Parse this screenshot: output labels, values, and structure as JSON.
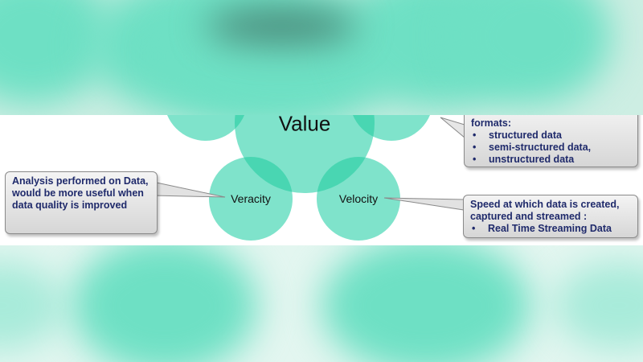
{
  "diagram": {
    "circles": {
      "value": "Value",
      "veracity": "Veracity",
      "velocity": "Velocity"
    },
    "callouts": {
      "veracity": {
        "text": "Analysis performed on Data, would be more useful when data quality is improved"
      },
      "velocity": {
        "text": "Speed at which data is created, captured and streamed :",
        "bullets": [
          "Real Time Streaming Data"
        ]
      },
      "variety": {
        "text": "formats:",
        "bullets": [
          "structured data",
          "semi-structured data,",
          "unstructured data"
        ]
      }
    }
  },
  "colors": {
    "circle_fill": "#7fe3cb",
    "circle_overlap": "#49d6b2",
    "callout_text": "#1f2a6b"
  }
}
